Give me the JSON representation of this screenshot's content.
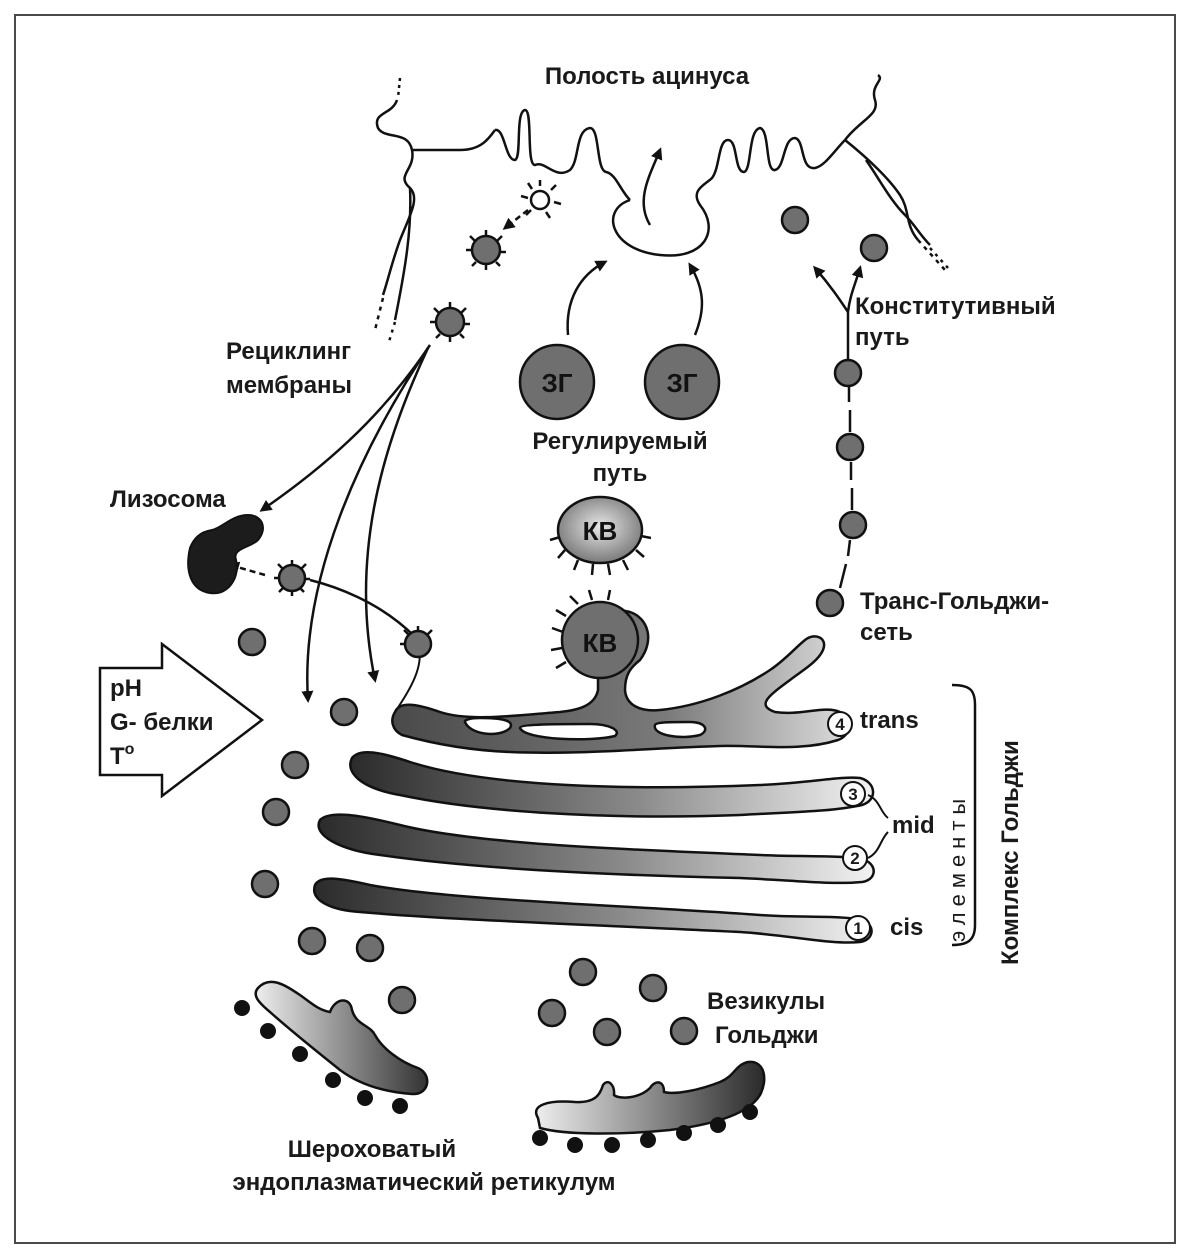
{
  "labels": {
    "acinus_cavity": "Полость ацинуса",
    "constitutive_1": "Конститутивный",
    "constitutive_2": "путь",
    "recycling_1": "Рециклинг",
    "recycling_2": "мембраны",
    "regulated_1": "Регулируемый",
    "regulated_2": "путь",
    "lysosome": "Лизосома",
    "trans_golgi_1": "Транс-Гольджи-",
    "trans_golgi_2": "сеть",
    "zg": "ЗГ",
    "kv": "КВ",
    "factor_ph": "pH",
    "factor_g": "G- белки",
    "factor_t": "Т",
    "factor_t_sup": "o",
    "trans": "trans",
    "mid": "mid",
    "cis": "cis",
    "elements": "элементы",
    "golgi_complex": "Комплекс Гольджи",
    "cisterna_4": "4",
    "cisterna_3": "3",
    "cisterna_2": "2",
    "cisterna_1": "1",
    "golgi_vesicles_1": "Везикулы",
    "golgi_vesicles_2": "Гольджи",
    "rough_er_1": "Шероховатый",
    "rough_er_2": "эндоплазматический ретикулум"
  },
  "colors": {
    "vesicle": "#6f6f6f",
    "dark": "#1c1c1c",
    "outline": "#111111"
  }
}
